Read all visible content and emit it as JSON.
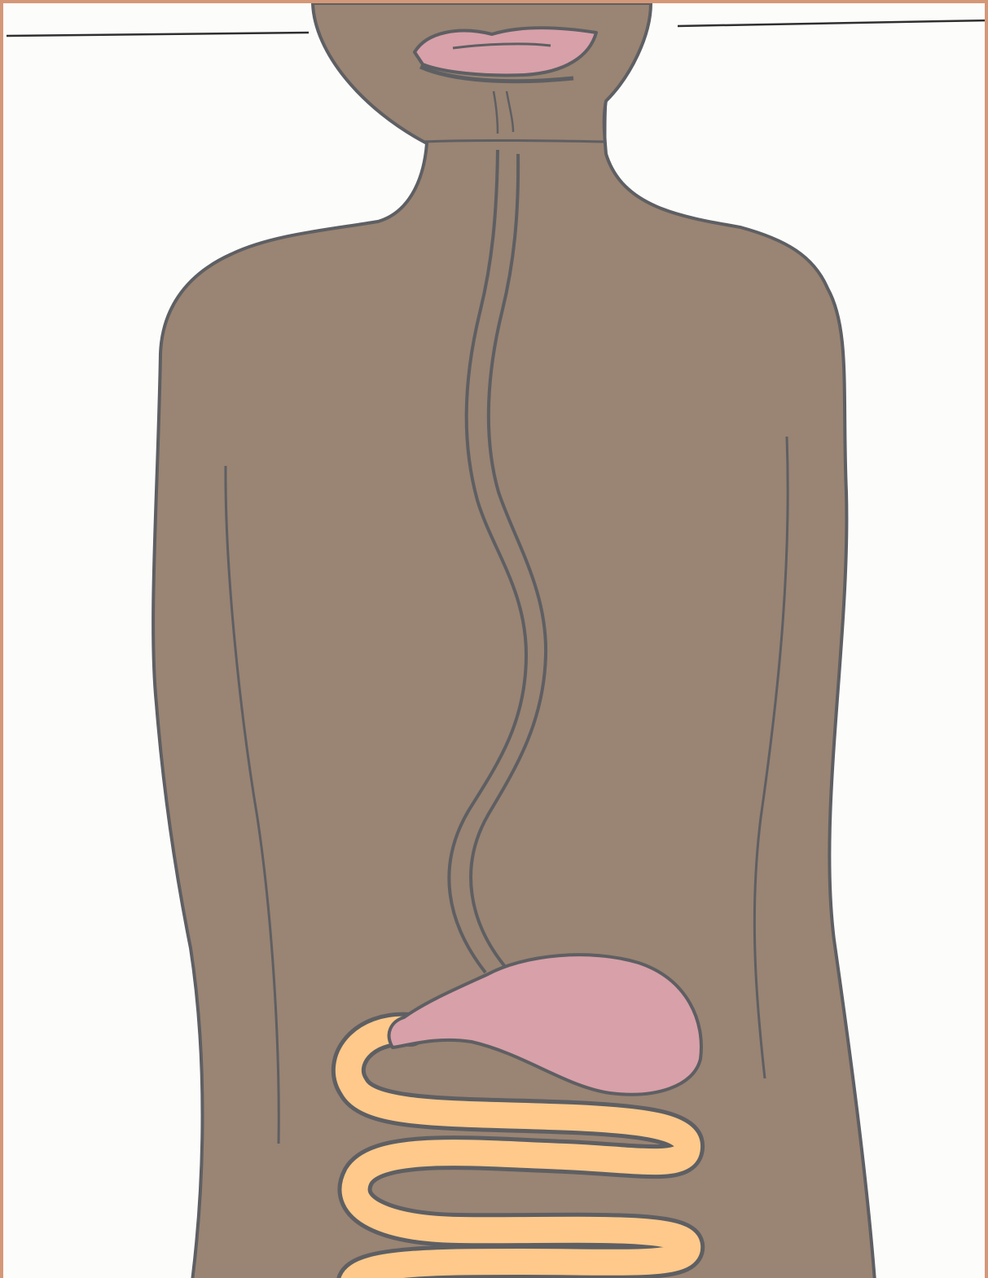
{
  "diagram": {
    "subject": "digestive-system-outline",
    "labels": [],
    "colors": {
      "page_background": "#fcfcfb",
      "frame_border": "#d49878",
      "skin": "#9a8473",
      "outline": "#5e5f63",
      "lips": "#d8a0a8",
      "stomach": "#d8a0a8",
      "intestine": "#fec98a",
      "label_line": "#2f2f2f"
    },
    "parts": [
      "label-line-left",
      "label-line-right",
      "mouth",
      "esophagus",
      "stomach",
      "small-intestine"
    ]
  }
}
